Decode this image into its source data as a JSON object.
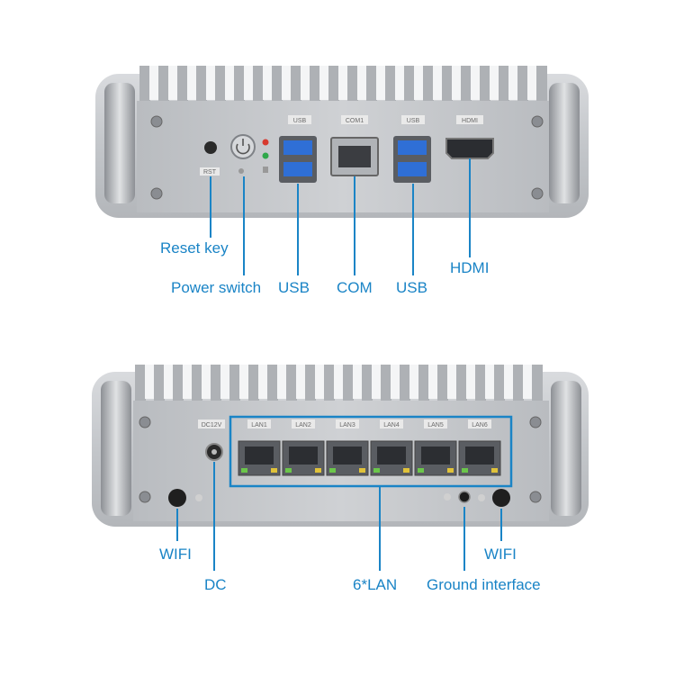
{
  "front_panel": {
    "port_labels": {
      "usb_left": "USB",
      "com": "COM1",
      "usb_right": "USB",
      "hdmi": "HDMI",
      "rst": "RST"
    },
    "callouts": {
      "reset": "Reset key",
      "power": "Power switch",
      "usb_left": "USB",
      "com": "COM",
      "usb_right": "USB",
      "hdmi": "HDMI"
    }
  },
  "back_panel": {
    "port_labels": {
      "dc": "DC12V",
      "lan": [
        "LAN1",
        "LAN2",
        "LAN3",
        "LAN4",
        "LAN5",
        "LAN6"
      ]
    },
    "callouts": {
      "wifi_left": "WIFI",
      "dc": "DC",
      "lan": "6*LAN",
      "ground": "Ground interface",
      "wifi_right": "WIFI"
    }
  },
  "colors": {
    "callout": "#1a84c6",
    "chassis": "#c9ccd0",
    "usb_blue": "#2f6fd6"
  }
}
